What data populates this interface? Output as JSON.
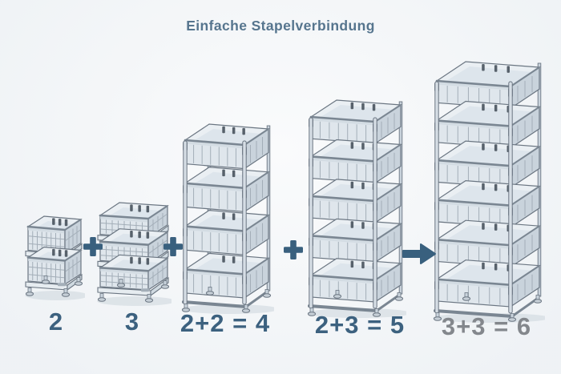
{
  "title": "Einfache Stapelverbindung",
  "colors": {
    "background": "#f5f7f9",
    "title_text": "#56758e",
    "label_blue": "#3c617f",
    "label_gray": "#83878c",
    "operator": "#39607e",
    "stroke": "#6b7682",
    "rim": "#7a8692",
    "front": "#dfe6ec",
    "side": "#c9d3dc",
    "interior": "#eaeff3",
    "floor": "#dde5ec",
    "lip": "#cfd8e0",
    "wire": "#a3aeb8",
    "shadow": "#ccd5dd",
    "foot": "#c6cfd7",
    "slot": "#57616b",
    "post": "#d6dee5",
    "rail": "#e6ecf0",
    "rail_side": "#d0dae1"
  },
  "stacks": [
    {
      "name": "stack-2-baskets",
      "type": "crate",
      "tiers": 2,
      "label": "2",
      "label_color": "blue"
    },
    {
      "name": "stack-3-baskets",
      "type": "crate",
      "tiers": 3,
      "label": "3",
      "label_color": "blue"
    },
    {
      "name": "stack-4-tier-rack",
      "type": "tower",
      "tiers": 4,
      "label": "2+2 = 4",
      "label_color": "blue"
    },
    {
      "name": "stack-5-tier-rack",
      "type": "tower",
      "tiers": 5,
      "label": "2+3 = 5",
      "label_color": "blue"
    },
    {
      "name": "stack-6-tier-rack",
      "type": "tower",
      "tiers": 6,
      "label": "3+3 = 6",
      "label_color": "gray"
    }
  ],
  "operators": [
    {
      "name": "plus-operator-1",
      "symbol": "+"
    },
    {
      "name": "plus-operator-2",
      "symbol": "+"
    },
    {
      "name": "plus-operator-3",
      "symbol": "+"
    },
    {
      "name": "arrow-right-operator",
      "symbol": "→"
    }
  ]
}
